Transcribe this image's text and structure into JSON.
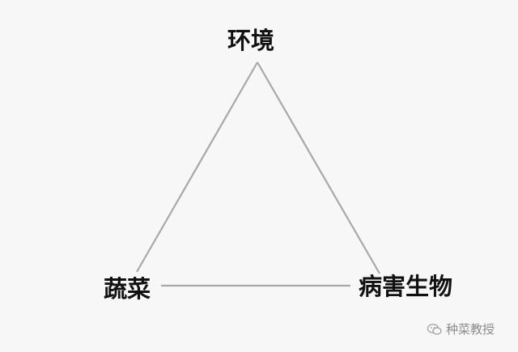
{
  "nodes": {
    "top": "环境",
    "left": "蔬菜",
    "right": "病害生物"
  },
  "edges": [
    [
      "top",
      "left"
    ],
    [
      "top",
      "right"
    ],
    [
      "left",
      "right"
    ]
  ],
  "watermark": {
    "icon": "wechat-icon",
    "text": "种菜教授"
  },
  "colors": {
    "background": "#f7f7f7",
    "edge": "#a8a8a8",
    "label": "#111111",
    "watermark": "#8a8a8a"
  }
}
